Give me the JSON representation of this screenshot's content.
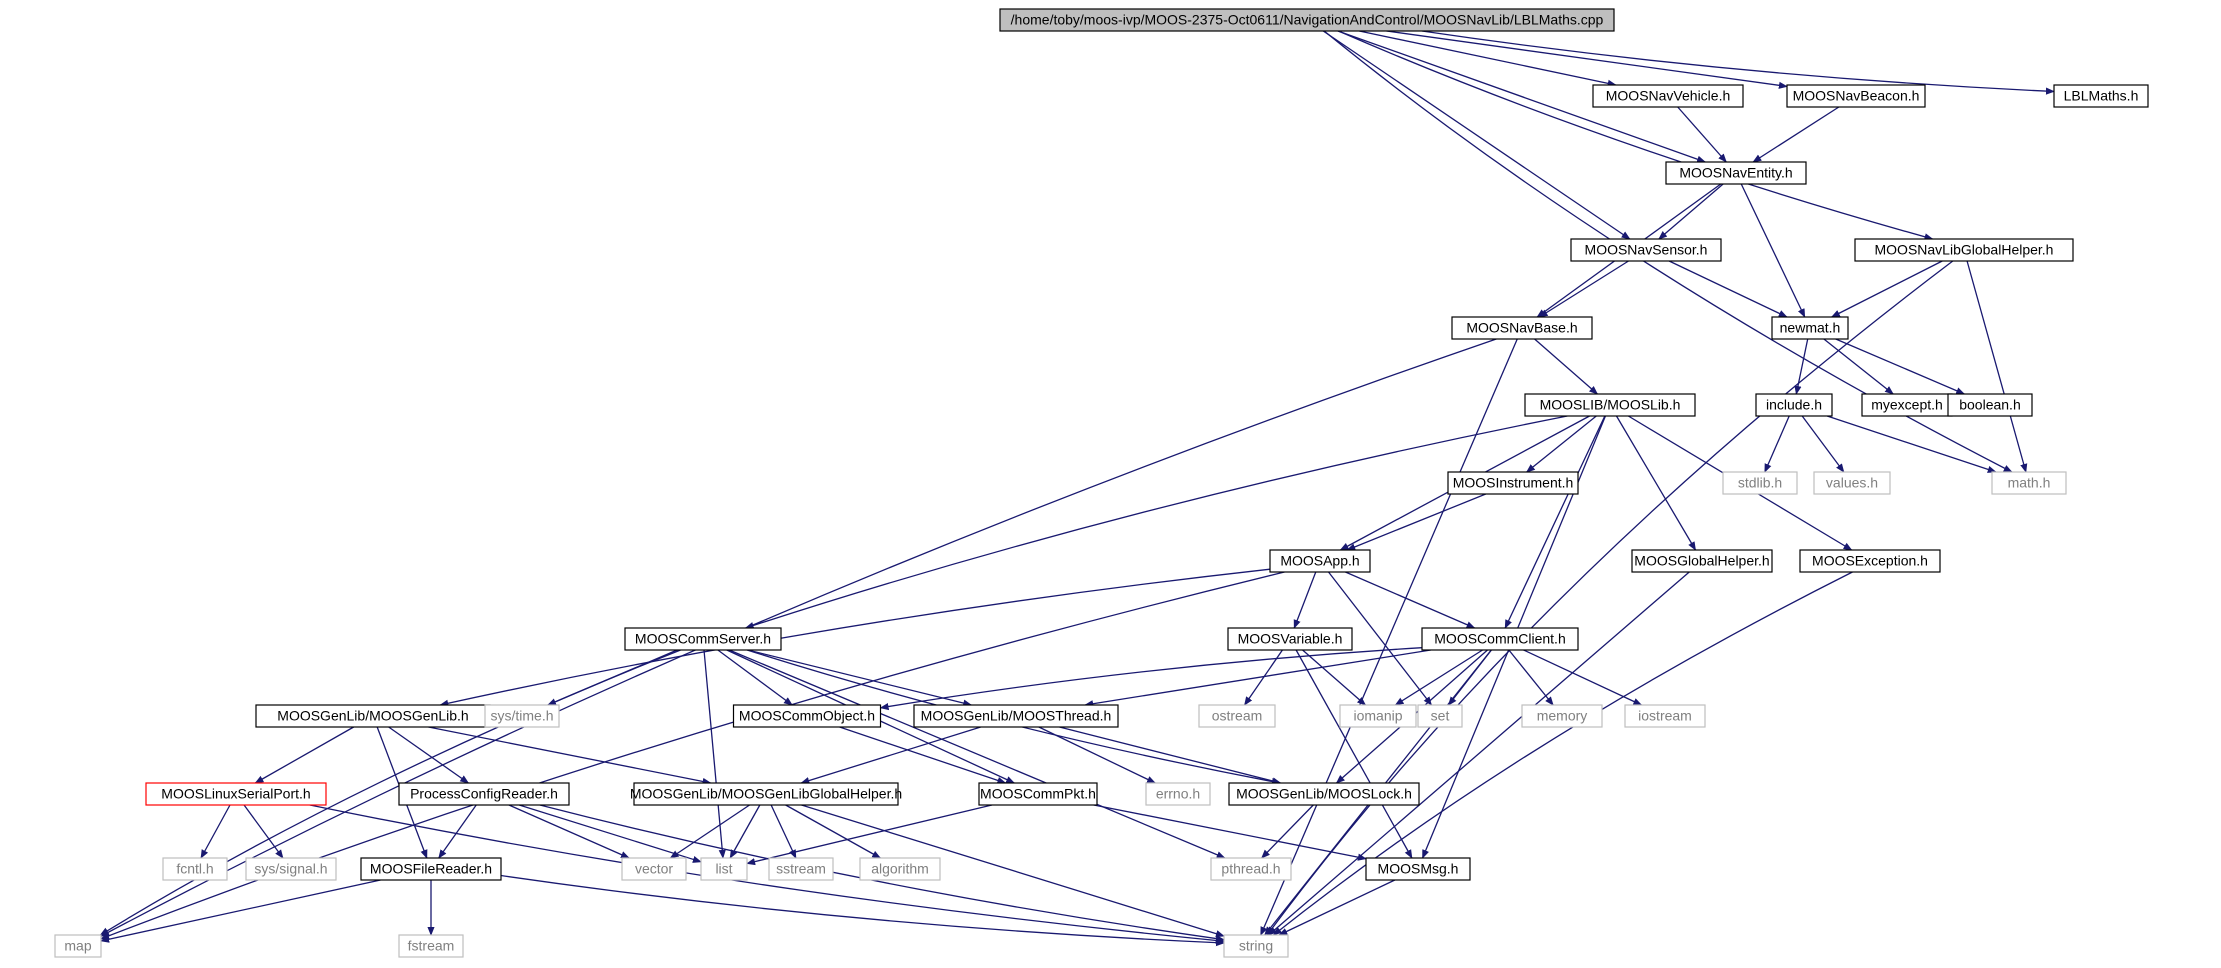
{
  "diagram": {
    "type": "include-dependency-graph",
    "colors": {
      "edge": "#191970",
      "node_border": "#000000",
      "external_border": "#bfbfbf",
      "external_text": "#808080",
      "root_fill": "#bfbfbf",
      "error_border": "#ff0000"
    },
    "nodes": [
      {
        "id": "root",
        "label": "/home/toby/moos-ivp/MOOS-2375-Oct0611/NavigationAndControl/MOOSNavLib/LBLMaths.cpp",
        "kind": "root"
      },
      {
        "id": "navvehicle",
        "label": "MOOSNavVehicle.h",
        "kind": "internal"
      },
      {
        "id": "navbeacon",
        "label": "MOOSNavBeacon.h",
        "kind": "internal"
      },
      {
        "id": "lblmaths",
        "label": "LBLMaths.h",
        "kind": "internal"
      },
      {
        "id": "naventity",
        "label": "MOOSNavEntity.h",
        "kind": "internal"
      },
      {
        "id": "navsensor",
        "label": "MOOSNavSensor.h",
        "kind": "internal"
      },
      {
        "id": "navlibhelper",
        "label": "MOOSNavLibGlobalHelper.h",
        "kind": "internal"
      },
      {
        "id": "navbase",
        "label": "MOOSNavBase.h",
        "kind": "internal"
      },
      {
        "id": "newmat",
        "label": "newmat.h",
        "kind": "internal"
      },
      {
        "id": "mooslib",
        "label": "MOOSLIB/MOOSLib.h",
        "kind": "internal"
      },
      {
        "id": "include",
        "label": "include.h",
        "kind": "internal"
      },
      {
        "id": "myexcept",
        "label": "myexcept.h",
        "kind": "internal"
      },
      {
        "id": "boolean",
        "label": "boolean.h",
        "kind": "internal"
      },
      {
        "id": "stdlib",
        "label": "stdlib.h",
        "kind": "external"
      },
      {
        "id": "values",
        "label": "values.h",
        "kind": "external"
      },
      {
        "id": "math",
        "label": "math.h",
        "kind": "external"
      },
      {
        "id": "instrument",
        "label": "MOOSInstrument.h",
        "kind": "internal"
      },
      {
        "id": "app",
        "label": "MOOSApp.h",
        "kind": "internal"
      },
      {
        "id": "globalhelper",
        "label": "MOOSGlobalHelper.h",
        "kind": "internal"
      },
      {
        "id": "exception",
        "label": "MOOSException.h",
        "kind": "internal"
      },
      {
        "id": "commserver",
        "label": "MOOSCommServer.h",
        "kind": "internal"
      },
      {
        "id": "variable",
        "label": "MOOSVariable.h",
        "kind": "internal"
      },
      {
        "id": "commclient",
        "label": "MOOSCommClient.h",
        "kind": "internal"
      },
      {
        "id": "genlib",
        "label": "MOOSGenLib/MOOSGenLib.h",
        "kind": "internal"
      },
      {
        "id": "systime",
        "label": "sys/time.h",
        "kind": "external"
      },
      {
        "id": "commobject",
        "label": "MOOSCommObject.h",
        "kind": "internal"
      },
      {
        "id": "thread",
        "label": "MOOSGenLib/MOOSThread.h",
        "kind": "internal"
      },
      {
        "id": "ostream",
        "label": "ostream",
        "kind": "external"
      },
      {
        "id": "iomanip",
        "label": "iomanip",
        "kind": "external"
      },
      {
        "id": "set",
        "label": "set",
        "kind": "external"
      },
      {
        "id": "memory",
        "label": "memory",
        "kind": "external"
      },
      {
        "id": "iostream",
        "label": "iostream",
        "kind": "external"
      },
      {
        "id": "serialport",
        "label": "MOOSLinuxSerialPort.h",
        "kind": "error"
      },
      {
        "id": "configreader",
        "label": "ProcessConfigReader.h",
        "kind": "internal"
      },
      {
        "id": "genlibhelper",
        "label": "MOOSGenLib/MOOSGenLibGlobalHelper.h",
        "kind": "internal"
      },
      {
        "id": "commpkt",
        "label": "MOOSCommPkt.h",
        "kind": "internal"
      },
      {
        "id": "errno",
        "label": "errno.h",
        "kind": "external"
      },
      {
        "id": "lock",
        "label": "MOOSGenLib/MOOSLock.h",
        "kind": "internal"
      },
      {
        "id": "fcntl",
        "label": "fcntl.h",
        "kind": "external"
      },
      {
        "id": "syssignal",
        "label": "sys/signal.h",
        "kind": "external"
      },
      {
        "id": "filereader",
        "label": "MOOSFileReader.h",
        "kind": "internal"
      },
      {
        "id": "vector",
        "label": "vector",
        "kind": "external"
      },
      {
        "id": "list",
        "label": "list",
        "kind": "external"
      },
      {
        "id": "sstream",
        "label": "sstream",
        "kind": "external"
      },
      {
        "id": "algorithm",
        "label": "algorithm",
        "kind": "external"
      },
      {
        "id": "pthread",
        "label": "pthread.h",
        "kind": "external"
      },
      {
        "id": "msg",
        "label": "MOOSMsg.h",
        "kind": "internal"
      },
      {
        "id": "map",
        "label": "map",
        "kind": "external"
      },
      {
        "id": "fstream",
        "label": "fstream",
        "kind": "external"
      },
      {
        "id": "string",
        "label": "string",
        "kind": "external"
      }
    ],
    "edges": [
      [
        "root",
        "navvehicle"
      ],
      [
        "root",
        "navbeacon"
      ],
      [
        "root",
        "lblmaths"
      ],
      [
        "root",
        "naventity"
      ],
      [
        "root",
        "navsensor"
      ],
      [
        "root",
        "navlibhelper"
      ],
      [
        "root",
        "math"
      ],
      [
        "navvehicle",
        "naventity"
      ],
      [
        "navbeacon",
        "naventity"
      ],
      [
        "naventity",
        "navsensor"
      ],
      [
        "naventity",
        "navbase"
      ],
      [
        "naventity",
        "newmat"
      ],
      [
        "navsensor",
        "navbase"
      ],
      [
        "navsensor",
        "newmat"
      ],
      [
        "navlibhelper",
        "newmat"
      ],
      [
        "navlibhelper",
        "math"
      ],
      [
        "navlibhelper",
        "string"
      ],
      [
        "navbase",
        "mooslib"
      ],
      [
        "navbase",
        "map"
      ],
      [
        "navbase",
        "string"
      ],
      [
        "newmat",
        "include"
      ],
      [
        "newmat",
        "myexcept"
      ],
      [
        "newmat",
        "boolean"
      ],
      [
        "include",
        "stdlib"
      ],
      [
        "include",
        "values"
      ],
      [
        "include",
        "math"
      ],
      [
        "mooslib",
        "instrument"
      ],
      [
        "mooslib",
        "app"
      ],
      [
        "mooslib",
        "commserver"
      ],
      [
        "mooslib",
        "commclient"
      ],
      [
        "mooslib",
        "globalhelper"
      ],
      [
        "mooslib",
        "exception"
      ],
      [
        "mooslib",
        "msg"
      ],
      [
        "instrument",
        "app"
      ],
      [
        "app",
        "commclient"
      ],
      [
        "app",
        "variable"
      ],
      [
        "app",
        "genlib"
      ],
      [
        "app",
        "map"
      ],
      [
        "app",
        "set"
      ],
      [
        "globalhelper",
        "string"
      ],
      [
        "exception",
        "string"
      ],
      [
        "commserver",
        "commobject"
      ],
      [
        "commserver",
        "thread"
      ],
      [
        "commserver",
        "commpkt"
      ],
      [
        "commserver",
        "lock"
      ],
      [
        "commserver",
        "systime"
      ],
      [
        "commserver",
        "map"
      ],
      [
        "commserver",
        "list"
      ],
      [
        "commserver",
        "pthread"
      ],
      [
        "variable",
        "ostream"
      ],
      [
        "variable",
        "iomanip"
      ],
      [
        "variable",
        "msg"
      ],
      [
        "commclient",
        "commobject"
      ],
      [
        "commclient",
        "thread"
      ],
      [
        "commclient",
        "lock"
      ],
      [
        "commclient",
        "iomanip"
      ],
      [
        "commclient",
        "set"
      ],
      [
        "commclient",
        "memory"
      ],
      [
        "commclient",
        "iostream"
      ],
      [
        "commclient",
        "string"
      ],
      [
        "genlib",
        "serialport"
      ],
      [
        "genlib",
        "configreader"
      ],
      [
        "genlib",
        "genlibhelper"
      ],
      [
        "genlib",
        "filereader"
      ],
      [
        "commobject",
        "commpkt"
      ],
      [
        "thread",
        "genlibhelper"
      ],
      [
        "thread",
        "lock"
      ],
      [
        "thread",
        "errno"
      ],
      [
        "serialport",
        "fcntl"
      ],
      [
        "serialport",
        "syssignal"
      ],
      [
        "serialport",
        "string"
      ],
      [
        "configreader",
        "filereader"
      ],
      [
        "configreader",
        "vector"
      ],
      [
        "configreader",
        "list"
      ],
      [
        "configreader",
        "string"
      ],
      [
        "genlibhelper",
        "vector"
      ],
      [
        "genlibhelper",
        "list"
      ],
      [
        "genlibhelper",
        "sstream"
      ],
      [
        "genlibhelper",
        "algorithm"
      ],
      [
        "genlibhelper",
        "string"
      ],
      [
        "commpkt",
        "list"
      ],
      [
        "commpkt",
        "msg"
      ],
      [
        "lock",
        "pthread"
      ],
      [
        "filereader",
        "map"
      ],
      [
        "filereader",
        "fstream"
      ],
      [
        "filereader",
        "string"
      ],
      [
        "msg",
        "string"
      ]
    ]
  }
}
